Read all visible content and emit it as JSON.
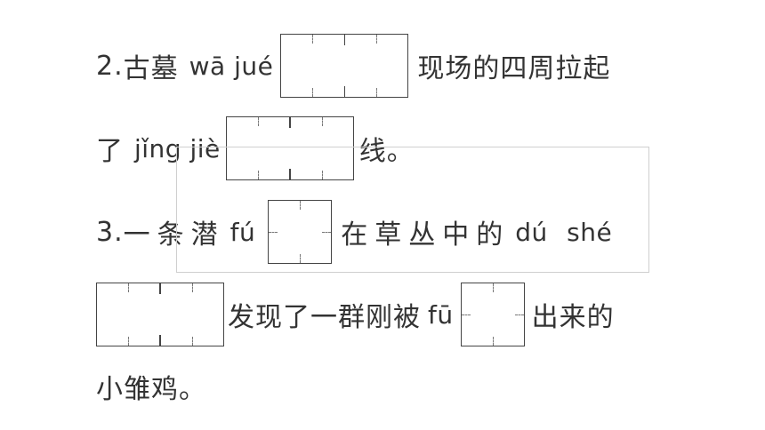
{
  "lines": [
    {
      "number": "2.",
      "text_a": "古墓",
      "pinyin_a": "wā jué",
      "text_b": "现场的四周拉起"
    },
    {
      "text_a": "了",
      "pinyin_a": "jǐng jiè",
      "text_b": "线。"
    },
    {
      "number": "3.",
      "text_a": "一条潜",
      "pinyin_a": "fú",
      "text_b": "在草丛中的",
      "pinyin_b": "dú shé"
    },
    {
      "text_a": "发现了一群刚被",
      "pinyin_a": "fū",
      "text_b": "出来的"
    },
    {
      "text_a": "小雏鸡。"
    }
  ]
}
